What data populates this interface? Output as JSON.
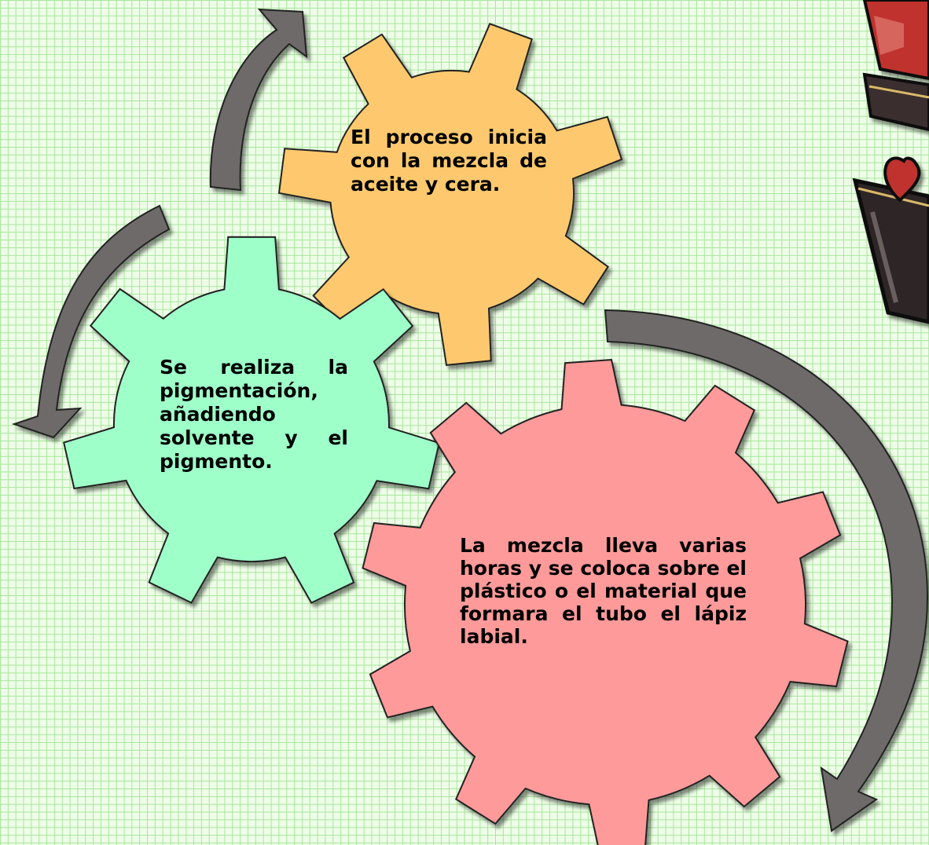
{
  "gears": [
    {
      "id": "top",
      "color": "#fec96e",
      "text": "El proceso inicia con la mezcla de aceite y cera."
    },
    {
      "id": "left",
      "color": "#9effc9",
      "text": "Se realiza la pigmentación, añadiendo solvente y el pigmento."
    },
    {
      "id": "bottom",
      "color": "#fe9a9a",
      "text": "La mezcla lleva varias horas y se coloca sobre el plástico o el material que formara el tubo el lápiz labial."
    }
  ],
  "colors": {
    "grid_background": "#eefde8",
    "grid_lines": "#a6e69a",
    "arrow_fill": "#6e6a6a",
    "lipstick_red": "#c0332e",
    "lipstick_tube": "#3a2f2f"
  },
  "icons": [
    "curved-arrow-icon",
    "lipstick-icon"
  ]
}
